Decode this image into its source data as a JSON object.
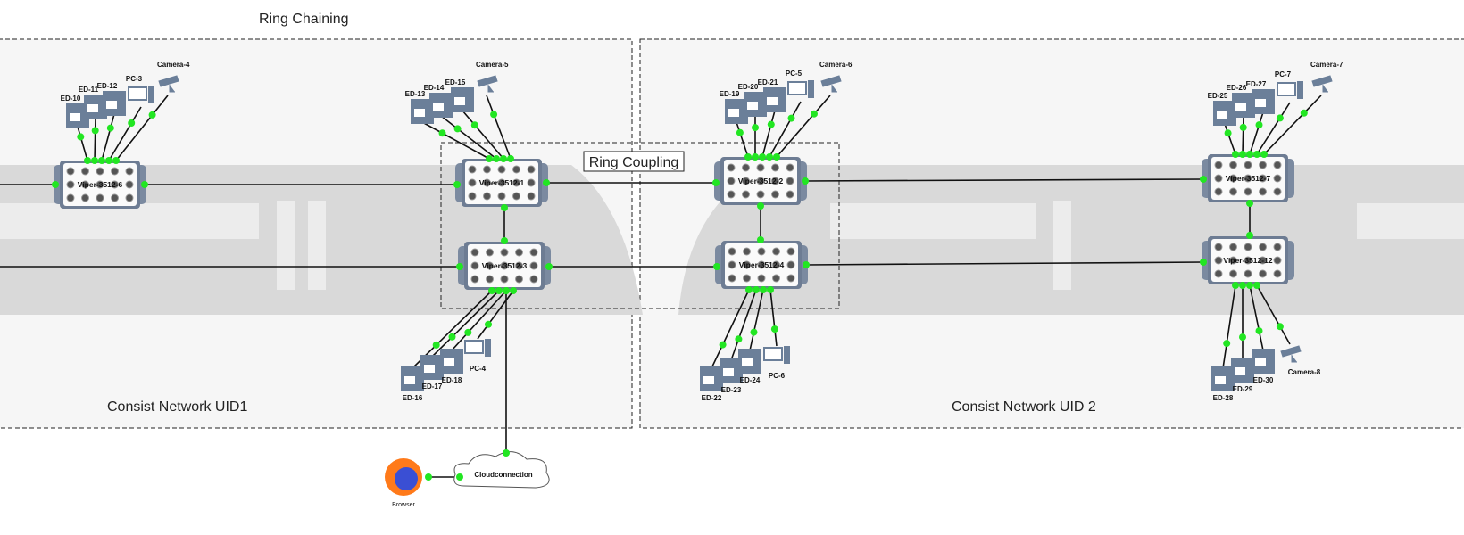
{
  "titles": {
    "ring_chaining": "Ring Chaining",
    "ring_coupling": "Ring Coupling",
    "consist_1": "Consist Network UID1",
    "consist_2": "Consist Network UID 2"
  },
  "colors": {
    "link": "#111111",
    "port_dot": "#22e622",
    "train": "#d9d9d9",
    "zone_bg": "#f6f6f6",
    "device": "#6b7f99"
  },
  "switches": [
    "Viper-3512-6",
    "Viper-3512-1",
    "Viper-3512-2",
    "Viper-3512-7",
    "Viper-3512-3",
    "Viper-3512-4",
    "Viper-3512-12"
  ],
  "devices": [
    {
      "label": "ED-10",
      "type": "ed-icon",
      "switch": 0
    },
    {
      "label": "ED-11",
      "type": "ed-icon",
      "switch": 0
    },
    {
      "label": "ED-12",
      "type": "ed-icon",
      "switch": 0
    },
    {
      "label": "PC-3",
      "type": "pc-icon",
      "switch": 0
    },
    {
      "label": "Camera-4",
      "type": "camera-icon",
      "switch": 0
    },
    {
      "label": "ED-13",
      "type": "ed-icon",
      "switch": 1
    },
    {
      "label": "ED-14",
      "type": "ed-icon",
      "switch": 1
    },
    {
      "label": "ED-15",
      "type": "ed-icon",
      "switch": 1
    },
    {
      "label": "Camera-5",
      "type": "camera-icon",
      "switch": 1
    },
    {
      "label": "ED-19",
      "type": "ed-icon",
      "switch": 2
    },
    {
      "label": "ED-20",
      "type": "ed-icon",
      "switch": 2
    },
    {
      "label": "ED-21",
      "type": "ed-icon",
      "switch": 2
    },
    {
      "label": "PC-5",
      "type": "pc-icon",
      "switch": 2
    },
    {
      "label": "Camera-6",
      "type": "camera-icon",
      "switch": 2
    },
    {
      "label": "ED-25",
      "type": "ed-icon",
      "switch": 3
    },
    {
      "label": "ED-26",
      "type": "ed-icon",
      "switch": 3
    },
    {
      "label": "ED-27",
      "type": "ed-icon",
      "switch": 3
    },
    {
      "label": "PC-7",
      "type": "pc-icon",
      "switch": 3
    },
    {
      "label": "Camera-7",
      "type": "camera-icon",
      "switch": 3
    },
    {
      "label": "ED-16",
      "type": "ed-icon",
      "switch": 4
    },
    {
      "label": "ED-17",
      "type": "ed-icon",
      "switch": 4
    },
    {
      "label": "ED-18",
      "type": "ed-icon",
      "switch": 4
    },
    {
      "label": "PC-4",
      "type": "pc-icon",
      "switch": 4
    },
    {
      "label": "ED-22",
      "type": "ed-icon",
      "switch": 5
    },
    {
      "label": "ED-23",
      "type": "ed-icon",
      "switch": 5
    },
    {
      "label": "ED-24",
      "type": "ed-icon",
      "switch": 5
    },
    {
      "label": "PC-6",
      "type": "pc-icon",
      "switch": 5
    },
    {
      "label": "ED-28",
      "type": "ed-icon",
      "switch": 6
    },
    {
      "label": "ED-29",
      "type": "ed-icon",
      "switch": 6
    },
    {
      "label": "ED-30",
      "type": "ed-icon",
      "switch": 6
    },
    {
      "label": "Camera-8",
      "type": "camera-icon",
      "switch": 6
    }
  ],
  "cloud": {
    "label": "Cloudconnection",
    "icon": "cloud-icon"
  },
  "browser": {
    "label": "Browser",
    "icon": "firefox-icon"
  }
}
